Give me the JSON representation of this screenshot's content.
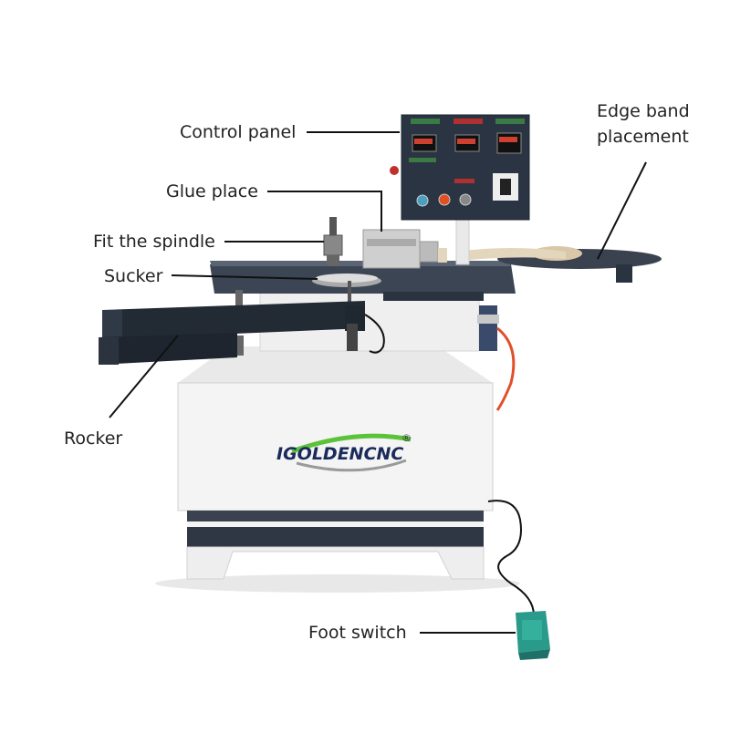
{
  "labels": {
    "control_panel": "Control panel",
    "edge_band_line1": "Edge band",
    "edge_band_line2": "placement",
    "glue_place": "Glue place",
    "fit_spindle": "Fit the spindle",
    "sucker": "Sucker",
    "rocker": "Rocker",
    "foot_switch": "Foot switch"
  },
  "brand": {
    "logo": "IGOLDENCNC",
    "registered": "®"
  },
  "colors": {
    "machine_body": "#f2f2f2",
    "machine_dark": "#2a3340",
    "table_top": "#3b4554",
    "foot_switch": "#2a9a8a",
    "logo_green": "#5cc23a",
    "hose": "#e0502a"
  }
}
